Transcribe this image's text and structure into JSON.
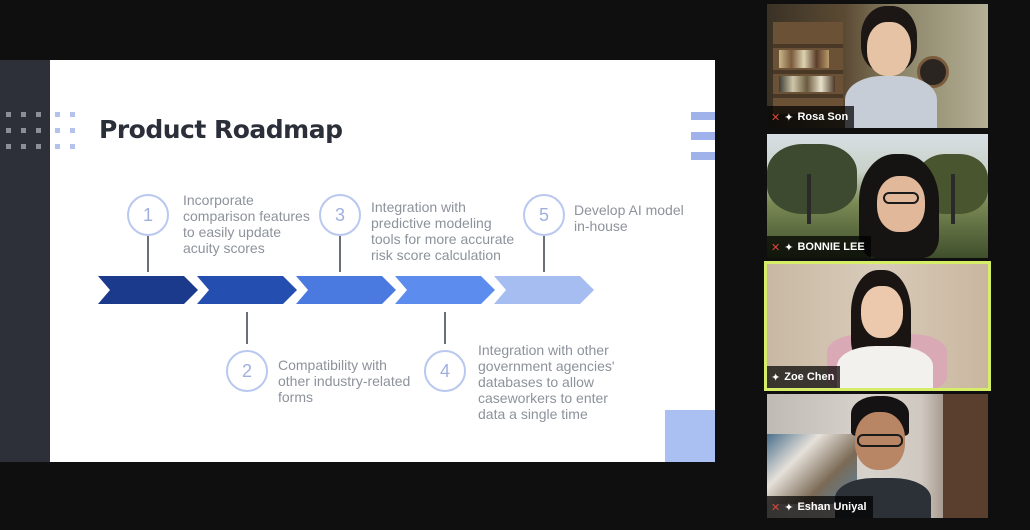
{
  "slide": {
    "title": "Product Roadmap",
    "steps": [
      {
        "num": "1",
        "text": "Incorporate\ncomparison features\nto easily update\nacuity scores"
      },
      {
        "num": "2",
        "text": "Compatibility with\nother industry-related\nforms"
      },
      {
        "num": "3",
        "text": "Integration with\npredictive modeling\ntools for more accurate\nrisk score calculation"
      },
      {
        "num": "4",
        "text": "Integration with other\ngovernment agencies'\ndatabases to allow\ncaseworkers to enter\ndata a single time"
      },
      {
        "num": "5",
        "text": "Develop AI model\nin-house"
      }
    ],
    "arrow_colors": [
      "#1b3a8c",
      "#244fb0",
      "#4a7ae0",
      "#5d8cef",
      "#a6bdf2"
    ]
  },
  "participants": [
    {
      "name": "Rosa Son",
      "muted": true,
      "active": false
    },
    {
      "name": "BONNIE LEE",
      "muted": true,
      "active": false
    },
    {
      "name": "Zoe Chen",
      "muted": false,
      "active": true
    },
    {
      "name": "Eshan Uniyal",
      "muted": true,
      "active": false
    }
  ],
  "icons": {
    "muted_mic": "muted-mic-icon",
    "pin": "pin-icon"
  }
}
